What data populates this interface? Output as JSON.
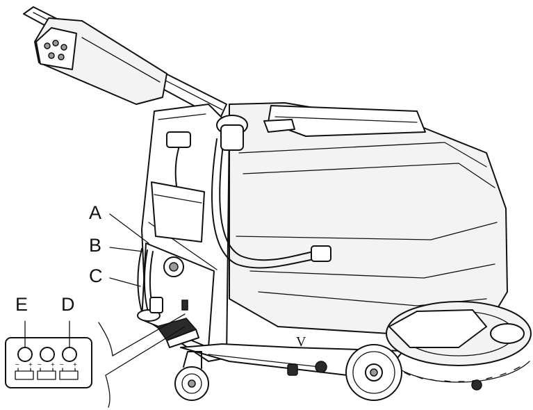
{
  "callouts": {
    "a": "A",
    "b": "B",
    "c": "C",
    "d": "D",
    "e": "E"
  },
  "battery_terminal_symbols": {
    "minus": "−",
    "plus": "+"
  }
}
